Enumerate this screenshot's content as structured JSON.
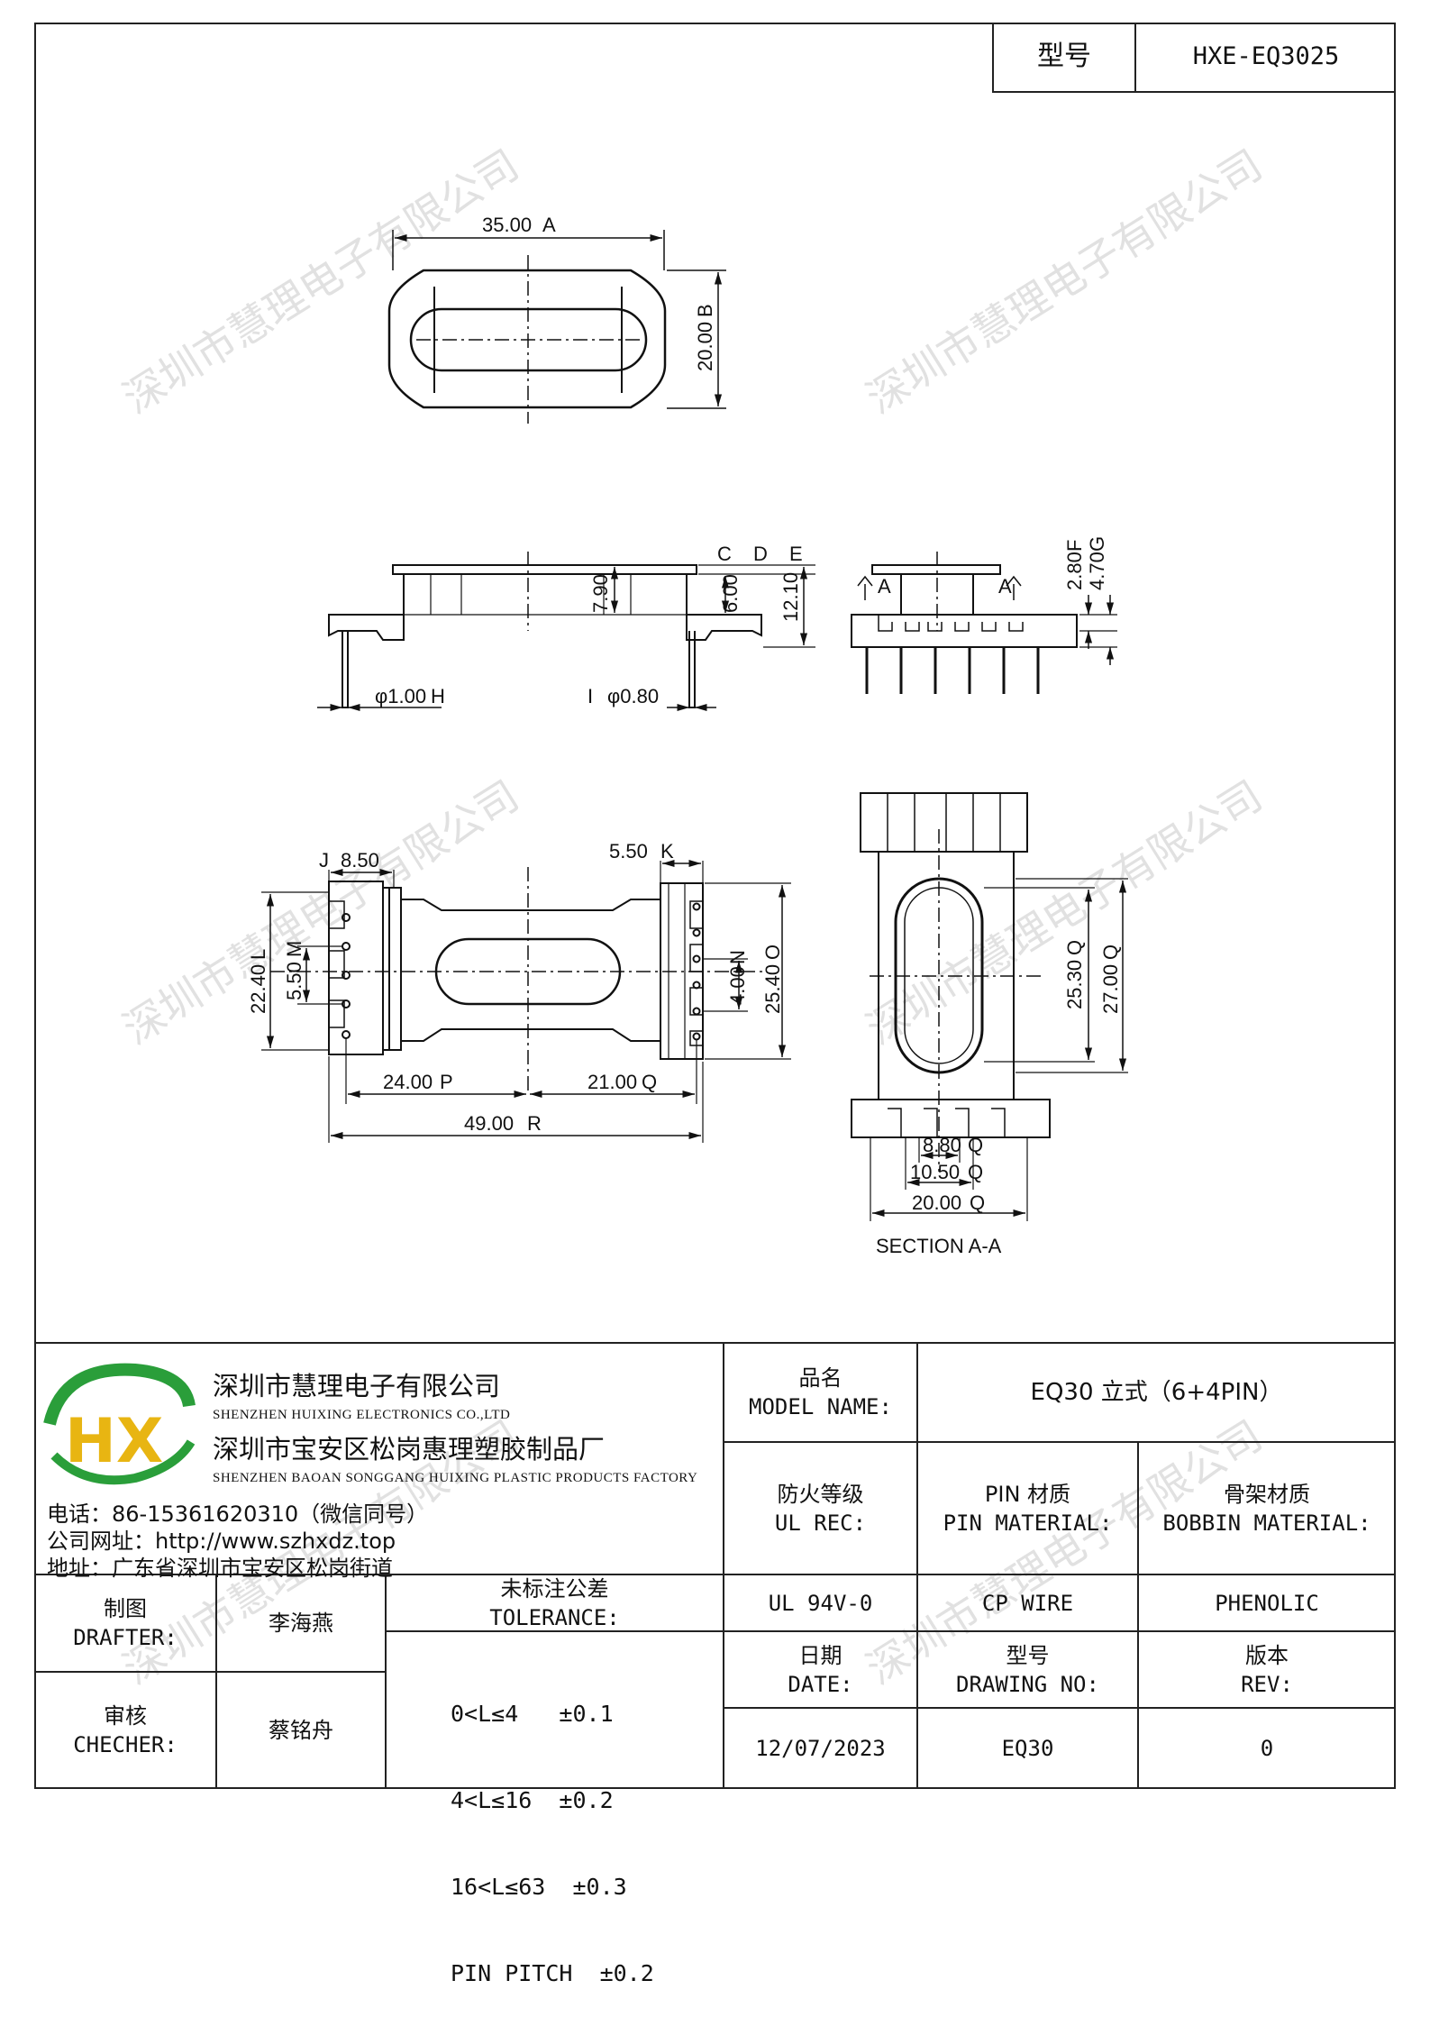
{
  "header": {
    "model_label": "型号",
    "model_value": "HXE-EQ3025"
  },
  "watermark": "深圳市慧理电子有限公司",
  "dimensions": {
    "top_width": "35.00",
    "top_width_ref": "A",
    "top_height": "20.00",
    "top_height_ref": "B",
    "side_c": "7.90",
    "side_d": "6.00",
    "side_e": "12.10",
    "ref_c": "C",
    "ref_d": "D",
    "ref_e": "E",
    "pin_dia_h": "φ1.00",
    "ref_h": "H",
    "pin_dia_i": "φ0.80",
    "ref_i": "I",
    "end_f": "2.80",
    "end_g": "4.70",
    "ref_f": "F",
    "ref_g": "G",
    "section_arrow": "A",
    "bot_j": "8.50",
    "ref_j": "J",
    "bot_k": "5.50",
    "ref_k": "K",
    "bot_l": "22.40",
    "ref_l": "L",
    "bot_m": "5.50",
    "ref_m": "M",
    "bot_n": "4.00",
    "ref_n": "N",
    "bot_o": "25.40",
    "ref_o": "O",
    "bot_p": "24.00",
    "ref_p": "P",
    "bot_q": "21.00",
    "ref_q": "Q",
    "bot_r": "49.00",
    "ref_r": "R",
    "sec_25": "25.30",
    "sec_27": "27.00",
    "sec_88": "8.80",
    "sec_105": "10.50",
    "sec_20": "20.00",
    "ref_sec": "Q",
    "section_title": "SECTION A-A"
  },
  "company": {
    "name_cn": "深圳市慧理电子有限公司",
    "name_en": "SHENZHEN HUIXING ELECTRONICS CO.,LTD",
    "factory_cn": "深圳市宝安区松岗惠理塑胶制品厂",
    "factory_en": "SHENZHEN BAOAN SONGGANG HUIXING PLASTIC PRODUCTS FACTORY",
    "phone": "电话：86-15361620310（微信同号）",
    "website": "公司网址：http://www.szhxdz.top",
    "address": "地址：广东省深圳市宝安区松岗街道",
    "logo_text": "HX"
  },
  "title_block": {
    "model_name_cn": "品名",
    "model_name_en": "MODEL NAME:",
    "model_name_value": "EQ30 立式（6+4PIN）",
    "ul_cn": "防火等级",
    "ul_en": "UL REC:",
    "pin_mat_cn": "PIN 材质",
    "pin_mat_en": "PIN MATERIAL:",
    "bobbin_mat_cn": "骨架材质",
    "bobbin_mat_en": "BOBBIN MATERIAL:",
    "ul_value": "UL 94V-0",
    "pin_mat_value": "CP WIRE",
    "bobbin_mat_value": "PHENOLIC",
    "drafter_cn": "制图",
    "drafter_en": "DRAFTER:",
    "drafter_name": "李海燕",
    "checker_cn": "审核",
    "checker_en": "CHECHER:",
    "checker_name": "蔡铭舟",
    "tolerance_cn": "未标注公差",
    "tolerance_en": "TOLERANCE:",
    "tolerance_lines": [
      "0<L≤4   ±0.1",
      "4<L≤16  ±0.2",
      "16<L≤63  ±0.3",
      "PIN PITCH  ±0.2"
    ],
    "date_cn": "日期",
    "date_en": "DATE:",
    "date_value": "12/07/2023",
    "drawing_no_cn": "型号",
    "drawing_no_en": "DRAWING NO:",
    "drawing_no_value": "EQ30",
    "rev_cn": "版本",
    "rev_en": "REV:",
    "rev_value": "0"
  }
}
